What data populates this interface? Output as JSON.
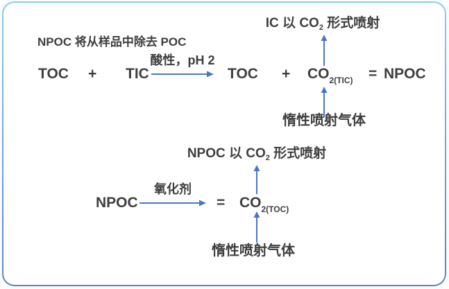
{
  "colors": {
    "text": "#3e3e3e",
    "arrow": "#4b76c6",
    "frame_border_top": "#8bccec",
    "frame_border_bottom": "#5e80c2",
    "frame_fill": "#ffffff",
    "page_bg": "#fafcfe"
  },
  "top_section": {
    "title_prefix": "IC 以 CO",
    "title_sub": "2",
    "title_suffix": " 形式喷射",
    "heading": "NPOC 将从样品中除去 POC",
    "equation": {
      "term1": "TOC",
      "plus1": "+",
      "term2": "TIC",
      "arrow_label": "酸性，pH 2",
      "term3": "TOC",
      "plus2": "+",
      "co2_base": "CO",
      "co2_sub": "2(TIC)",
      "equals": "=",
      "result": "NPOC"
    },
    "gas_label": "惰性喷射气体"
  },
  "bottom_section": {
    "title_prefix": "NPOC 以 CO",
    "title_sub": "2",
    "title_suffix": " 形式喷射",
    "equation": {
      "term1": "NPOC",
      "arrow_label": "氧化剂",
      "equals": "=",
      "co2_base": "CO",
      "co2_sub": "2(TOC)"
    },
    "gas_label": "惰性喷射气体"
  }
}
